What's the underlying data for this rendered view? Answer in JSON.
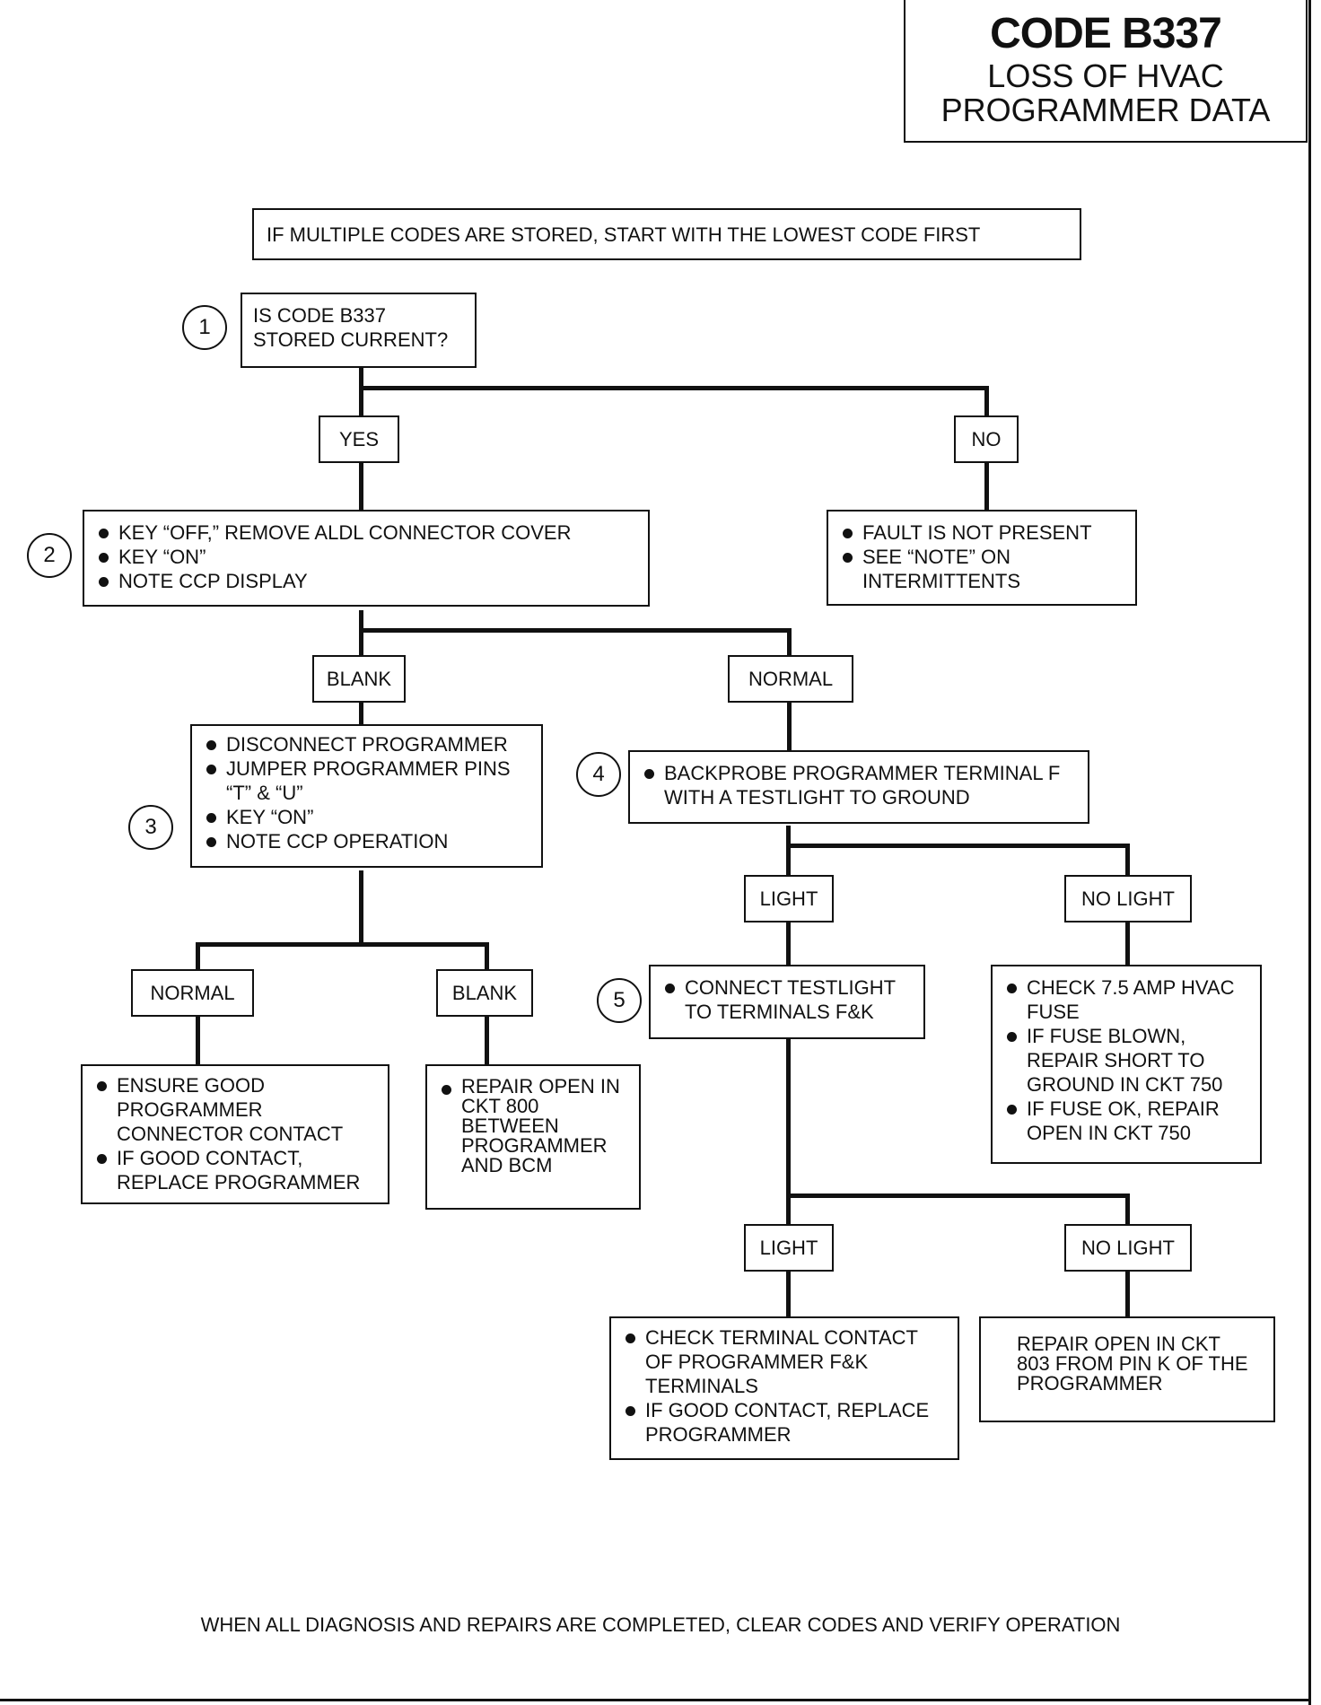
{
  "title": {
    "code": "CODE B337",
    "line1": "LOSS OF HVAC",
    "line2": "PROGRAMMER DATA"
  },
  "note_top": "IF MULTIPLE CODES ARE STORED, START WITH THE LOWEST CODE FIRST",
  "steps": {
    "s1": {
      "num": "1",
      "text": [
        "IS CODE B337",
        "STORED CURRENT?"
      ]
    },
    "s2": {
      "num": "2",
      "items": [
        "KEY “OFF,” REMOVE ALDL CONNECTOR COVER",
        "KEY “ON”",
        "NOTE CCP DISPLAY"
      ]
    },
    "s3": {
      "num": "3",
      "items": [
        "DISCONNECT PROGRAMMER",
        "JUMPER PROGRAMMER PINS “T” & “U”",
        "KEY “ON”",
        "NOTE CCP OPERATION"
      ]
    },
    "s4": {
      "num": "4",
      "items": [
        "BACKPROBE PROGRAMMER TERMINAL F WITH A TESTLIGHT TO GROUND"
      ]
    },
    "s5": {
      "num": "5",
      "items": [
        "CONNECT TESTLIGHT TO TERMINALS F&K"
      ]
    }
  },
  "labels": {
    "yes": "YES",
    "no": "NO",
    "blank1": "BLANK",
    "normal1": "NORMAL",
    "normal2": "NORMAL",
    "blank2": "BLANK",
    "light1": "LIGHT",
    "nolight1": "NO LIGHT",
    "light2": "LIGHT",
    "nolight2": "NO LIGHT"
  },
  "results": {
    "no_fault": [
      "FAULT IS NOT PRESENT",
      "SEE “NOTE” ON INTERMITTENTS"
    ],
    "ensure_contact": [
      "ENSURE GOOD PROGRAMMER CONNECTOR CONTACT",
      "IF GOOD CONTACT, REPLACE PROGRAMMER"
    ],
    "repair_800": [
      "REPAIR OPEN IN CKT 800 BETWEEN PROGRAMMER AND BCM"
    ],
    "fuse_check": [
      "CHECK 7.5 AMP HVAC FUSE",
      "IF FUSE BLOWN, REPAIR SHORT TO GROUND IN CKT 750",
      "IF FUSE OK, REPAIR OPEN IN CKT 750"
    ],
    "terminal_contact": [
      "CHECK TERMINAL CONTACT OF PROGRAMMER F&K TERMINALS",
      "IF GOOD CONTACT, REPLACE PROGRAMMER"
    ],
    "repair_803": "REPAIR OPEN IN CKT 803 FROM PIN K OF THE PROGRAMMER"
  },
  "footer": "WHEN ALL DIAGNOSIS AND REPAIRS ARE COMPLETED, CLEAR CODES AND VERIFY OPERATION"
}
